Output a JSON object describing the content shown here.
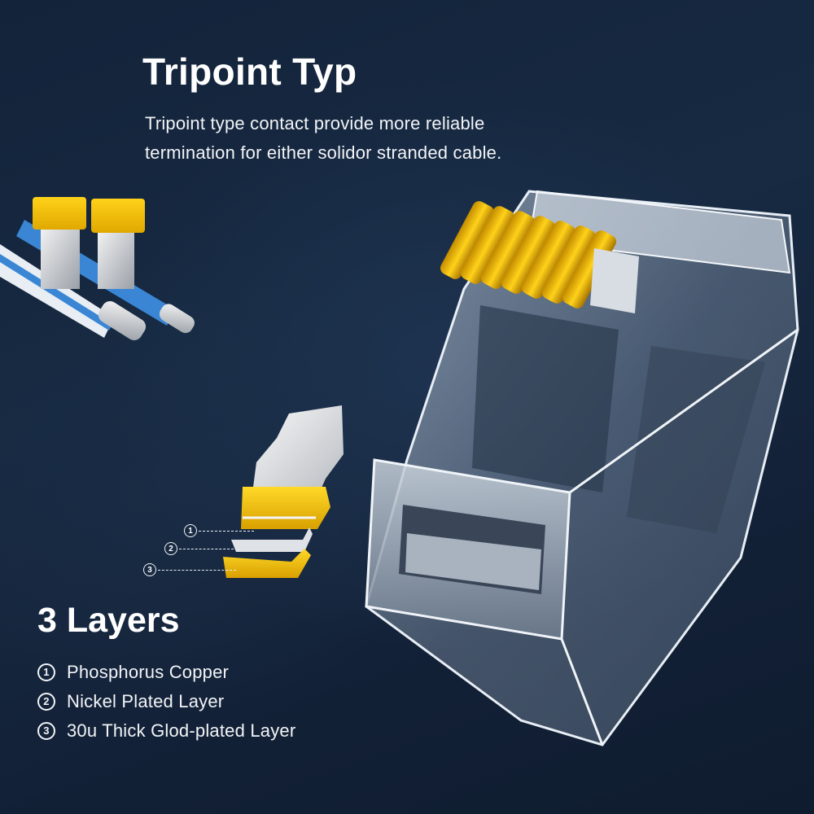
{
  "tripoint": {
    "title": "Tripoint Typ",
    "description": "Tripoint type contact provide more reliable termination for either solidor stranded cable."
  },
  "layers": {
    "title": "3 Layers",
    "items": [
      {
        "number": "1",
        "label": "Phosphorus Copper"
      },
      {
        "number": "2",
        "label": "Nickel Plated Layer"
      },
      {
        "number": "3",
        "label": "30u Thick Glod-plated Layer"
      }
    ]
  },
  "illustrations": {
    "wire_contacts": "tripoint-contacts-on-wires",
    "contact_blade": "exploded-contact-blade",
    "connector": "rj45-connector"
  },
  "colors": {
    "background": "#152740",
    "gold": "#f2c200",
    "wire_blue": "#3a86d4",
    "text": "#ffffff"
  }
}
